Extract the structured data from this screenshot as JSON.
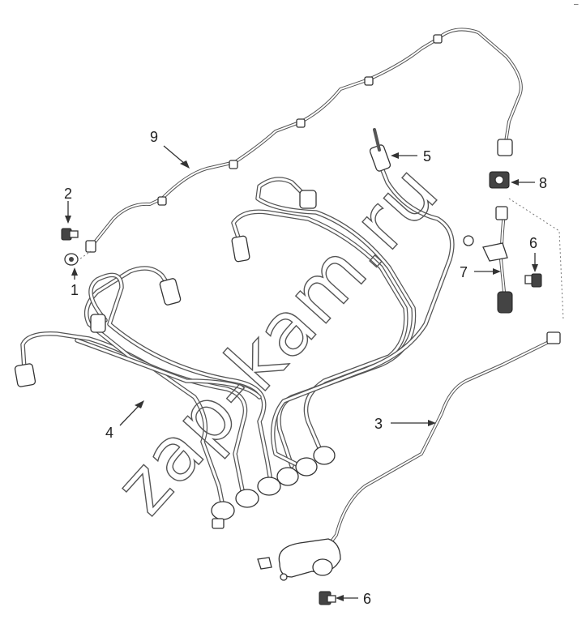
{
  "labels": {
    "l1": "1",
    "l2": "2",
    "l3": "3",
    "l4": "4",
    "l5": "5",
    "l6a": "6",
    "l6b": "6",
    "l7": "7",
    "l8": "8",
    "l9": "9"
  },
  "watermark": "zap-kam.ru",
  "corner_mark": "–"
}
